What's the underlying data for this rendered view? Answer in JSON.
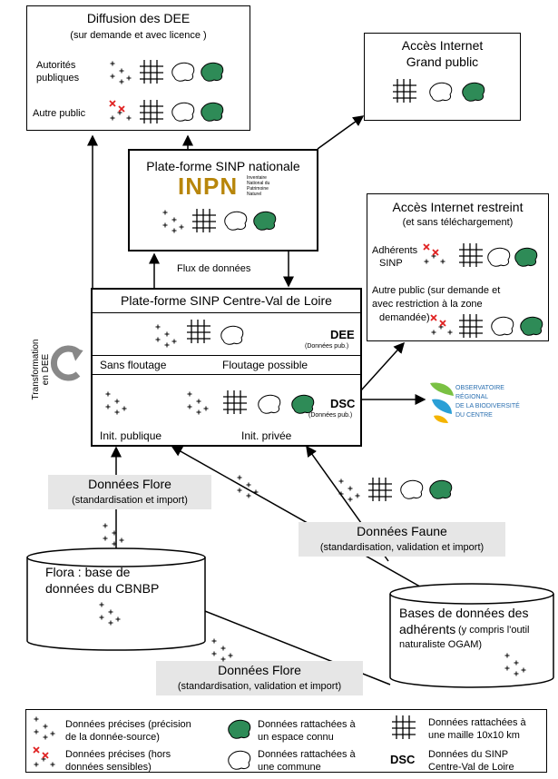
{
  "diffusion": {
    "title": "Diffusion des DEE",
    "subtitle": "(sur demande et avec licence )",
    "row1_label_a": "Autorités",
    "row1_label_b": "publiques",
    "row2_label": "Autre public"
  },
  "internet_public": {
    "title_a": "Accès Internet",
    "title_b": "Grand public"
  },
  "sinp_nationale": {
    "title": "Plate-forme SINP nationale",
    "inpn_letters": "INPN",
    "inpn_caption_a": "Inventaire",
    "inpn_caption_b": "National du",
    "inpn_caption_c": "Patrimoine",
    "inpn_caption_d": "Naturel"
  },
  "internet_restreint": {
    "title": "Accès Internet restreint",
    "subtitle": "(et sans téléchargement)",
    "adherents_a": "Adhérents",
    "adherents_b": "SINP",
    "autre_a": "Autre public (sur demande et",
    "autre_b": "avec restriction à la zone",
    "autre_c": "demandée)"
  },
  "flux": "Flux de données",
  "centre": {
    "title": "Plate-forme SINP Centre-Val de Loire",
    "dee": "DEE",
    "dee_sub": "(Données pub.)",
    "sans_floutage": "Sans floutage",
    "floutage_possible": "Floutage possible",
    "dsc": "DSC",
    "dsc_sub": "(Données pub.)",
    "init_publique": "Init. publique",
    "init_privee": "Init. privée"
  },
  "transformation": "Transformation en DEE",
  "observatoire": {
    "line1": "OBSERVATOIRE",
    "line2": "RÉGIONAL",
    "line3": "DE LA BIODIVERSITÉ",
    "line4": "DU CENTRE"
  },
  "donnees_flore_top": {
    "title": "Données Flore",
    "subtitle": "(standardisation et import)"
  },
  "donnees_faune": {
    "title": "Données Faune",
    "subtitle": "(standardisation, validation et import)"
  },
  "flora_db": {
    "line1": "Flora : base de",
    "line2": "données du CBNBP"
  },
  "adherents_db": {
    "line1": "Bases de données des",
    "line2": "adhérents",
    "line2b": "(y compris l'outil",
    "line3": "naturaliste OGAM)"
  },
  "donnees_flore_bottom": {
    "title": "Données Flore",
    "subtitle": "(standardisation, validation et import)"
  },
  "legend": {
    "precise_a": "Données précises (précision",
    "precise_b": "de la donnée-source)",
    "hors_a": "Données précises (hors",
    "hors_b": "données sensibles)",
    "espace_a": "Données rattachées à",
    "espace_b": "un espace connu",
    "commune_a": "Données rattachées à",
    "commune_b": "une commune",
    "maille_a": "Données rattachées à",
    "maille_b": "une maille 10x10 km",
    "dsc_symbol": "DSC",
    "dsc_a": "Données du SINP",
    "dsc_b": "Centre-Val de Loire"
  },
  "colors": {
    "green": "#2e8b57",
    "red": "#e02020",
    "gray_band": "#e6e6e6",
    "logo_blue": "#2a6fb0"
  }
}
